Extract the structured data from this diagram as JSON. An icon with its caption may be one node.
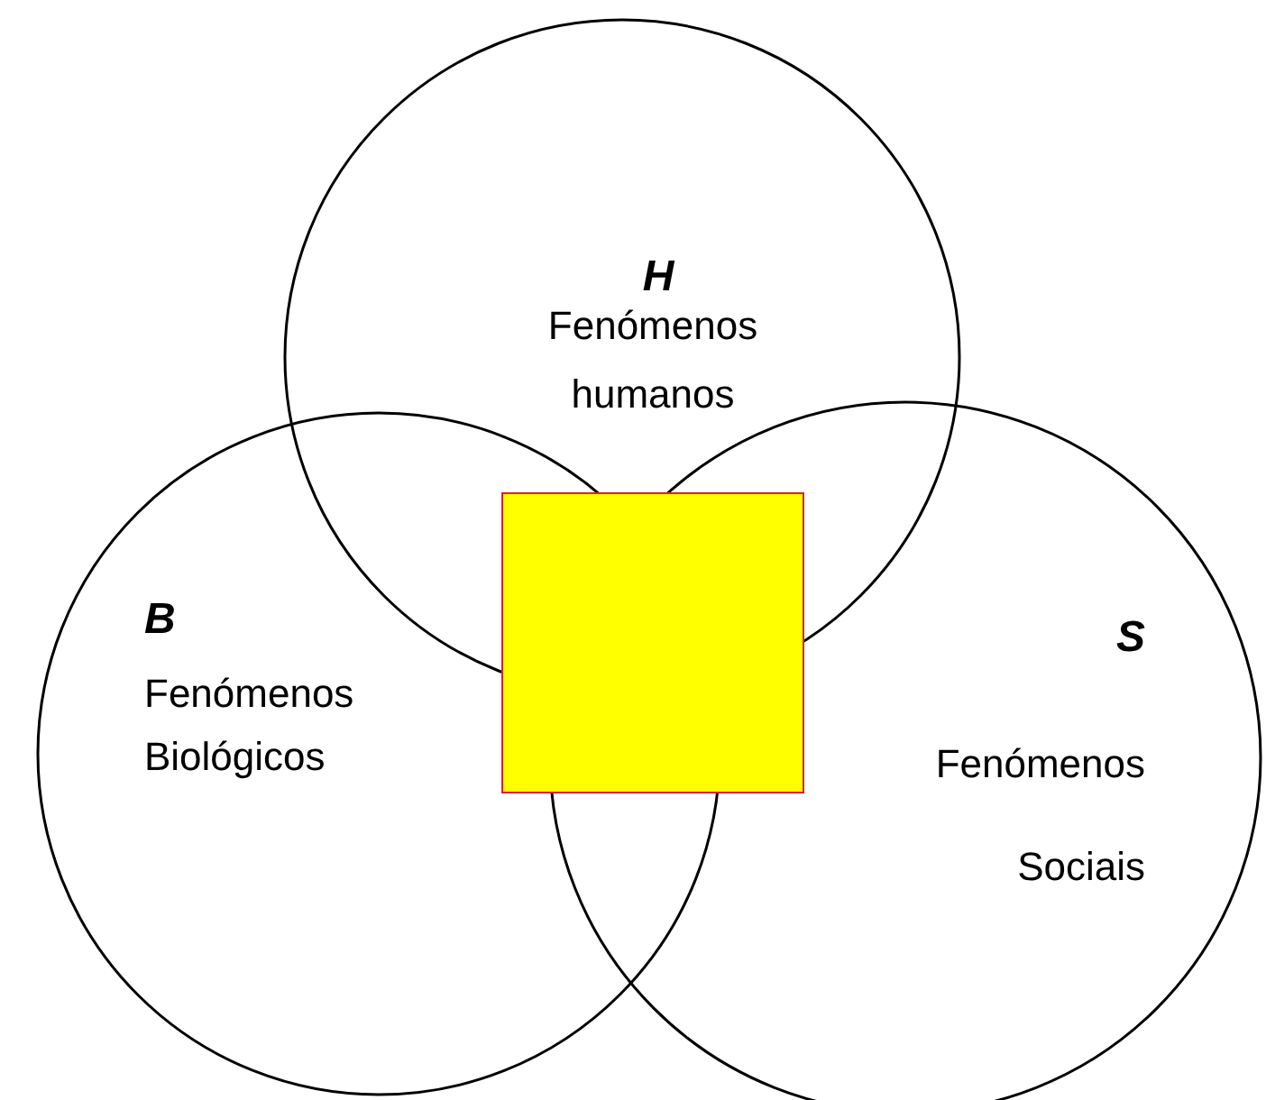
{
  "diagram": {
    "nodes": [
      {
        "text": [
          "H",
          "Fenómenos humanos"
        ]
      },
      {
        "text": [
          "B",
          "Fenómenos Biológicos"
        ]
      },
      {
        "text": [],
        "shape": "box"
      },
      {
        "text": [
          "S",
          "Fenómenos Sociais"
        ]
      }
    ]
  }
}
